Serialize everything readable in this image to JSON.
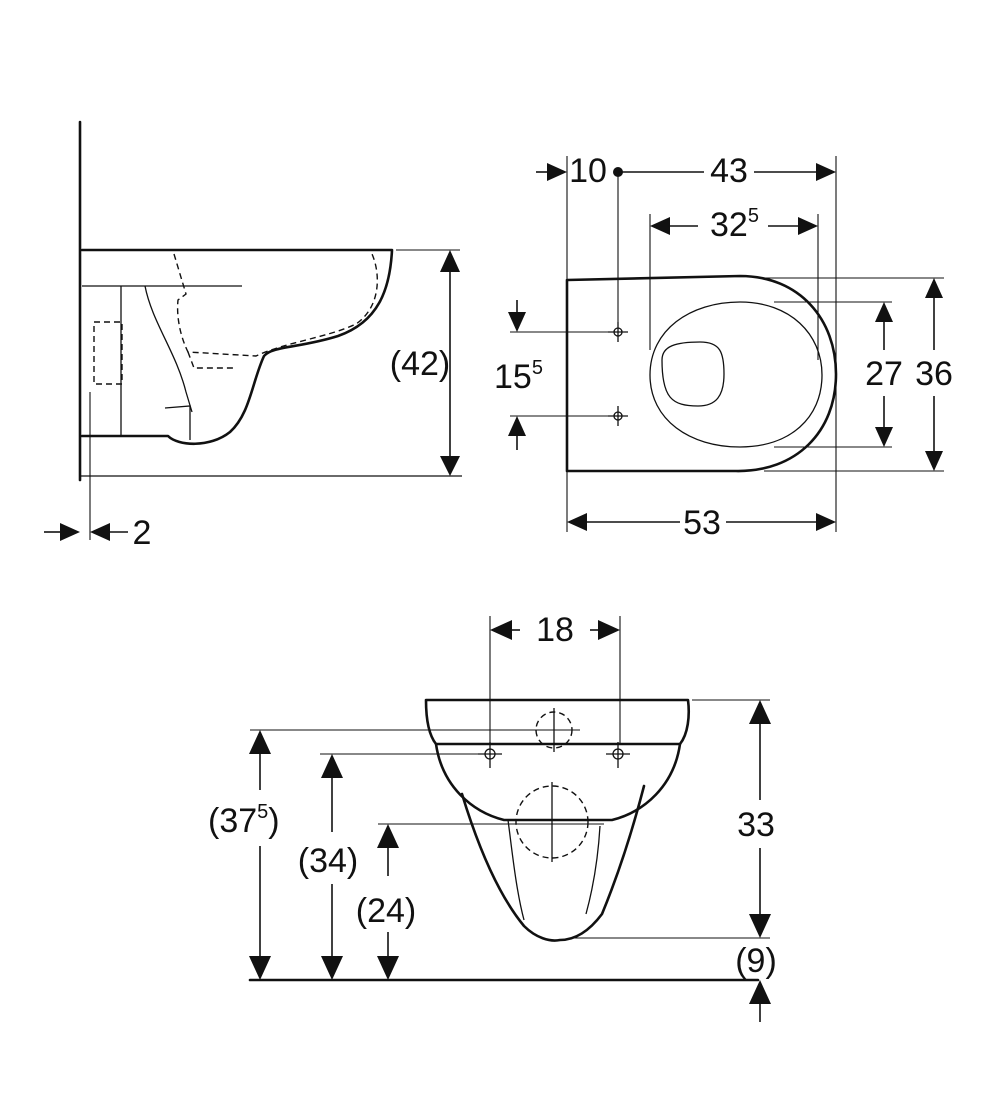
{
  "side_view": {
    "height_label": "(42)",
    "wall_gap_label": "2"
  },
  "top_view": {
    "offset_label": "10",
    "length_to_center_label": "43",
    "inner_length_main": "32",
    "inner_length_sup": "5",
    "hole_spacing_main": "15",
    "hole_spacing_sup": "5",
    "inner_width_label": "27",
    "outer_width_label": "36",
    "total_length_label": "53"
  },
  "front_view": {
    "bolt_spacing_label": "18",
    "body_height_label": "33",
    "bottom_clearance_label": "(9)",
    "rim_height_main": "(37",
    "rim_height_sup": "5",
    "rim_height_close": ")",
    "bolt_height_label": "(34)",
    "outlet_height_label": "(24)"
  }
}
